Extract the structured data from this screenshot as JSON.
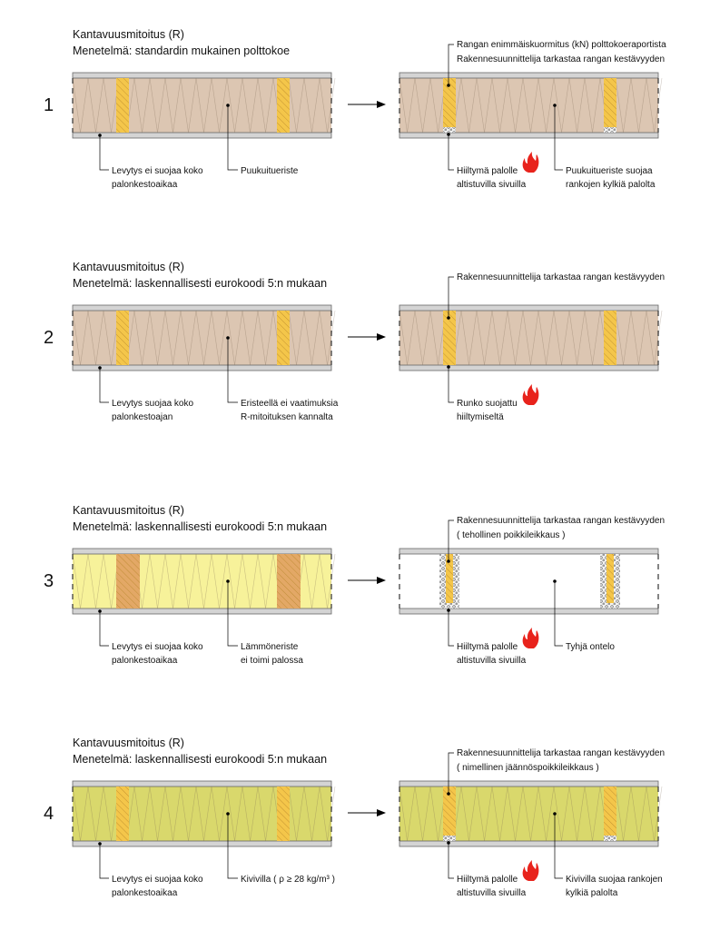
{
  "colors": {
    "tan": "#dcc6b2",
    "yellow": "#f7f29a",
    "olive": "#d9d86c",
    "stud": "#f4c64a",
    "stud_dark": "#e3a866",
    "board": "#d4d4d4",
    "flame": "#e8231c"
  },
  "panels": [
    {
      "number": "1",
      "title": "Kantavuusmitoitus (R)",
      "method": "Menetelmä: standardin mukainen polttokoe",
      "insulation": "tan",
      "stud": "stud",
      "left_labels": [
        [
          "Levytys ei suojaa koko",
          "palonkestoaikaa"
        ],
        [
          "Puukuitueriste"
        ]
      ],
      "right_top": [
        "Rangan enimmäiskuormitus (kN) polttokoeraportista",
        "Rakennesuunnittelija tarkastaa rangan kestävyyden"
      ],
      "right_labels": [
        [
          "Hiiltymä palolle",
          "altistuvilla sivuilla"
        ],
        [
          "Puukuitueriste suojaa",
          "rankojen kylkiä palolta"
        ]
      ],
      "right_mode": "charred"
    },
    {
      "number": "2",
      "title": "Kantavuusmitoitus (R)",
      "method": "Menetelmä: laskennallisesti eurokoodi 5:n mukaan",
      "insulation": "tan",
      "stud": "stud",
      "left_labels": [
        [
          "Levytys suojaa koko",
          "palonkestoajan"
        ],
        [
          "Eristeellä ei vaatimuksia",
          "R-mitoituksen kannalta"
        ]
      ],
      "right_top": [
        "Rakennesuunnittelija tarkastaa rangan kestävyyden"
      ],
      "right_labels": [
        [
          "Runko suojattu",
          "hiiltymiseltä"
        ]
      ],
      "right_mode": "protected"
    },
    {
      "number": "3",
      "title": "Kantavuusmitoitus (R)",
      "method": "Menetelmä: laskennallisesti eurokoodi 5:n mukaan",
      "insulation": "yellow",
      "stud": "stud_dark",
      "left_labels": [
        [
          "Levytys ei suojaa koko",
          "palonkestoaikaa"
        ],
        [
          "Lämmöneriste",
          "ei toimi palossa"
        ]
      ],
      "right_top": [
        "Rakennesuunnittelija tarkastaa rangan kestävyyden",
        "( tehollinen poikkileikkaus )"
      ],
      "right_labels": [
        [
          "Hiiltymä palolle",
          "altistuvilla sivuilla"
        ],
        [
          "Tyhjä ontelo"
        ]
      ],
      "right_mode": "empty"
    },
    {
      "number": "4",
      "title": "Kantavuusmitoitus (R)",
      "method": "Menetelmä: laskennallisesti eurokoodi 5:n mukaan",
      "insulation": "olive",
      "stud": "stud",
      "left_labels": [
        [
          "Levytys ei suojaa koko",
          "palonkestoaikaa"
        ],
        [
          "Kivivilla  ( ρ ≥ 28 kg/m³ )"
        ]
      ],
      "right_top": [
        "Rakennesuunnittelija tarkastaa rangan kestävyyden",
        "( nimellinen jäännöspoikkileikkaus )"
      ],
      "right_labels": [
        [
          "Hiiltymä palolle",
          "altistuvilla sivuilla"
        ],
        [
          "Kivivilla suojaa rankojen",
          "kylkiä palolta"
        ]
      ],
      "right_mode": "charred"
    }
  ]
}
